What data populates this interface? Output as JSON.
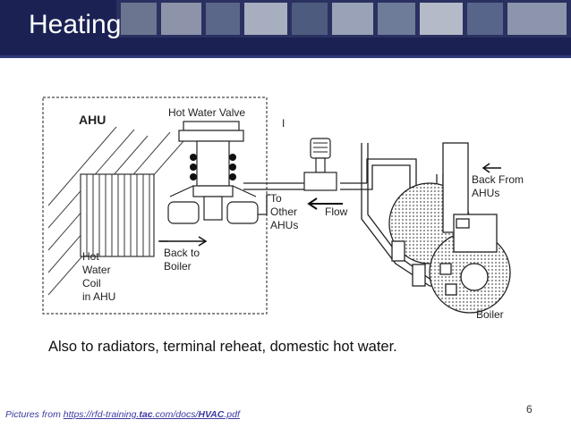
{
  "slide": {
    "title": "Heating",
    "caption": "Also to radiators, terminal reheat, domestic hot water.",
    "page_number": "6"
  },
  "credit": {
    "prefix": "Pictures from",
    "url_start": "https://rfd-training.",
    "url_bold1": "tac",
    "url_mid": ".com/docs/",
    "url_bold2": "HVAC",
    "url_end": ".pdf"
  },
  "diagram": {
    "ahu_label": "AHU",
    "hot_water_valve": "Hot Water Valve",
    "flow": "Flow",
    "to_other_ahus": [
      "To",
      "Other",
      "AHUs"
    ],
    "back_to_boiler": [
      "Back to",
      "Boiler"
    ],
    "hot_water_coil": [
      "Hot",
      "Water",
      "Coil",
      "in AHU"
    ],
    "back_from_ahus": [
      "Back From",
      "AHUs"
    ],
    "boiler": "Boiler",
    "marker": "I"
  },
  "colors": {
    "header_bg": "#1b2253",
    "title_text": "#ffffff",
    "credit_text": "#3a3aa0"
  }
}
